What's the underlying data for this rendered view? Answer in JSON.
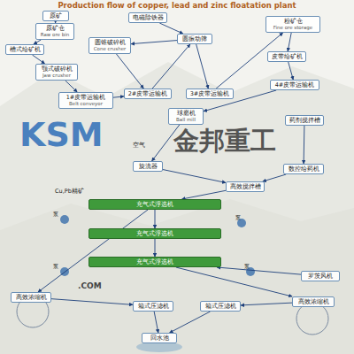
{
  "diagram": {
    "title": "Production flow of copper, lead and zinc floatation plant",
    "nodes": [
      {
        "text": [
          "原矿"
        ]
      },
      {
        "text": [
          "原矿仓",
          "Raw ore bin"
        ]
      },
      {
        "text": [
          "槽式给矿机"
        ]
      },
      {
        "text": [
          "颚式破碎机",
          "Jaw crusher"
        ]
      },
      {
        "text": [
          "圆锥破碎机",
          "Cone crusher"
        ]
      },
      {
        "text": [
          "电磁除铁器"
        ]
      },
      {
        "text": [
          "圆振动筛"
        ]
      },
      {
        "text": [
          "1#皮带运输机",
          "Belt conveyor"
        ]
      },
      {
        "text": [
          "2#皮带运输机"
        ]
      },
      {
        "text": [
          "3#皮带运输机"
        ]
      },
      {
        "text": [
          "粉矿仓",
          "Fine ore storage"
        ]
      },
      {
        "text": [
          "皮带给矿机"
        ]
      },
      {
        "text": [
          "4#皮带运输机"
        ]
      },
      {
        "text": [
          "球磨机",
          "Ball mill"
        ]
      },
      {
        "text": [
          "旋流器"
        ]
      },
      {
        "text": [
          "药剂搅拌槽"
        ]
      },
      {
        "text": [
          "数控给药机"
        ]
      },
      {
        "text": [
          "高效搅拌槽"
        ]
      },
      {
        "text": [
          "充气式浮选机"
        ]
      },
      {
        "text": [
          "充气式浮选机"
        ]
      },
      {
        "text": [
          "充气式浮选机"
        ]
      },
      {
        "text": [
          "高效浓缩机"
        ]
      },
      {
        "text": [
          "箱式压滤机"
        ]
      },
      {
        "text": [
          "箱式压滤机"
        ]
      },
      {
        "text": [
          "高效浓缩机"
        ]
      },
      {
        "text": [
          "罗茨风机"
        ]
      },
      {
        "text": [
          "回水池"
        ]
      }
    ],
    "edges": [
      {
        "from": 0,
        "to": 1,
        "arrow": "to"
      },
      {
        "from": 1,
        "to": 2,
        "arrow": "to"
      },
      {
        "from": 2,
        "to": 3,
        "arrow": "to"
      },
      {
        "from": 3,
        "to": 7,
        "arrow": "to"
      },
      {
        "from": 7,
        "to": 8,
        "arrow": "to"
      },
      {
        "from": 5,
        "to": 6,
        "arrow": "to"
      },
      {
        "from": 8,
        "to": 6,
        "arrow": "to"
      },
      {
        "from": 6,
        "to": 9,
        "arrow": "to"
      },
      {
        "from": 6,
        "to": 4,
        "arrow": "to"
      },
      {
        "from": 4,
        "to": 8,
        "arrow": "to"
      },
      {
        "from": 9,
        "to": 10,
        "arrow": "to"
      },
      {
        "from": 10,
        "to": 11,
        "arrow": "to"
      },
      {
        "from": 11,
        "to": 12,
        "arrow": "to"
      },
      {
        "from": 12,
        "to": 13,
        "arrow": "to"
      },
      {
        "from": 13,
        "to": 14,
        "arrow": "to"
      },
      {
        "from": 14,
        "to": 17,
        "arrow": "to"
      },
      {
        "from": 15,
        "to": 16,
        "arrow": "to"
      },
      {
        "from": 16,
        "to": 17,
        "arrow": "to"
      },
      {
        "from": 17,
        "to": 18,
        "arrow": "to"
      },
      {
        "from": 18,
        "to": 19,
        "arrow": "to"
      },
      {
        "from": 19,
        "to": 20,
        "arrow": "to"
      },
      {
        "from": 18,
        "to": 21,
        "arrow": "to"
      },
      {
        "from": 20,
        "to": 24,
        "arrow": "to"
      },
      {
        "from": 25,
        "to": 20,
        "arrow": "to"
      },
      {
        "from": 21,
        "to": 22,
        "arrow": "to"
      },
      {
        "from": 24,
        "to": 23,
        "arrow": "to"
      },
      {
        "from": 22,
        "to": 26,
        "arrow": "to"
      },
      {
        "from": 23,
        "to": 26,
        "arrow": "to"
      }
    ],
    "labels": [
      "KSM",
      "金邦重工",
      ".COM",
      "空气",
      "Cu,Pb精矿",
      "泵",
      "泵",
      "泵",
      "泵"
    ]
  }
}
